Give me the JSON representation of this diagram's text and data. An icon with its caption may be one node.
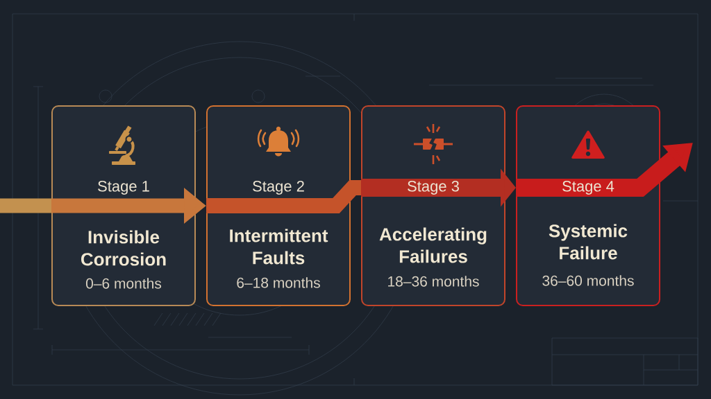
{
  "diagram": {
    "nodes": [
      {
        "text": [
          "Stage 1",
          "Invisible Corrosion",
          "0–6 months"
        ]
      },
      {
        "text": [
          "Stage 2",
          "Intermittent Faults",
          "6–18 months"
        ]
      },
      {
        "text": [
          "Stage 3",
          "Accelerating Failures",
          "18–36 months"
        ]
      },
      {
        "text": [
          "Stage 4",
          "Systemic Failure",
          "36–60 months"
        ]
      }
    ],
    "edges": [
      {
        "from": null,
        "to": 0,
        "arrow": "none",
        "color": "#c3914f"
      },
      {
        "from": 0,
        "to": 1,
        "arrow": "to",
        "color": "#c8773c"
      },
      {
        "from": 1,
        "to": 2,
        "arrow": "none",
        "color": "#c5532a"
      },
      {
        "from": 2,
        "to": 3,
        "arrow": "to",
        "color": "#b32e22"
      },
      {
        "from": 3,
        "to": null,
        "arrow": "to",
        "color": "#c81c1c"
      }
    ]
  }
}
